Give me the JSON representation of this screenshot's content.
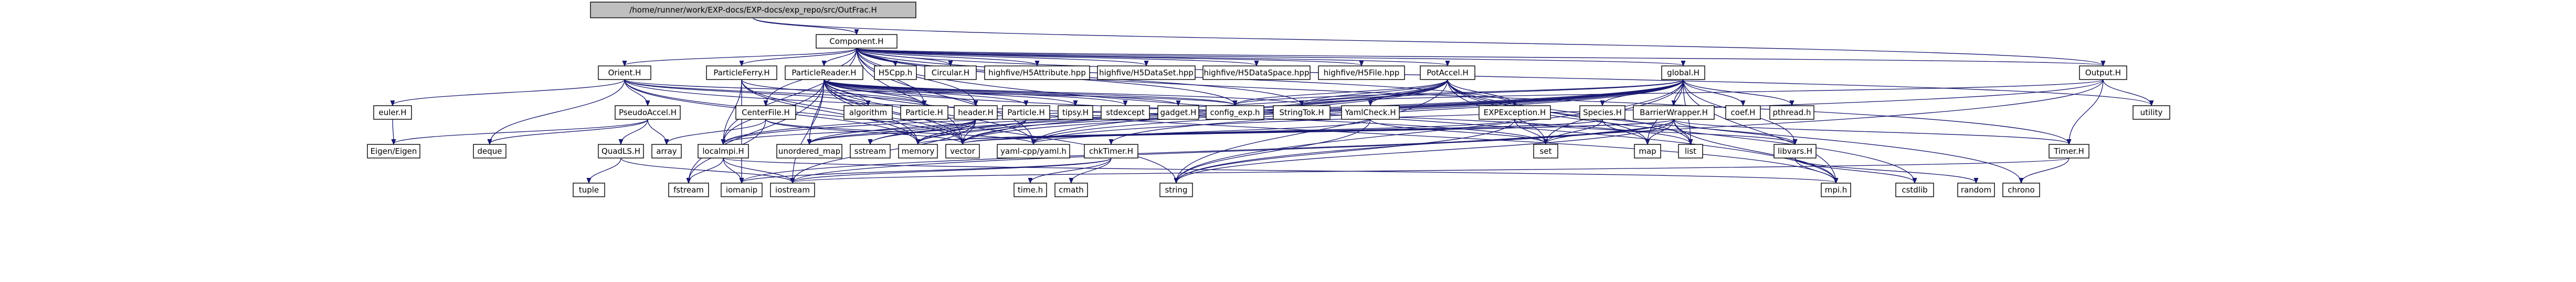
{
  "colors": {
    "root_fill": "#bfbfbf",
    "node_fill": "#ffffff",
    "link_text": "#000000",
    "edge": "#191970",
    "edge_alt": "#0000cc"
  },
  "nodes": [
    {
      "id": "root",
      "label": "/home/runner/work/EXP-docs/EXP-docs/exp_repo/src/OutFrac.H",
      "root": true
    },
    {
      "id": "component",
      "label": "Component.H",
      "link": true
    },
    {
      "id": "orient",
      "label": "Orient.H",
      "link": true
    },
    {
      "id": "particleferry",
      "label": "ParticleFerry.H",
      "link": true
    },
    {
      "id": "particlereader",
      "label": "ParticleReader.H",
      "link": true
    },
    {
      "id": "h5cpp",
      "label": "H5Cpp.h"
    },
    {
      "id": "circular",
      "label": "Circular.H",
      "link": true
    },
    {
      "id": "h5attr",
      "label": "highfive/H5Attribute.hpp"
    },
    {
      "id": "h5dset",
      "label": "highfive/H5DataSet.hpp"
    },
    {
      "id": "h5dspace",
      "label": "highfive/H5DataSpace.hpp"
    },
    {
      "id": "h5file",
      "label": "highfive/H5File.hpp"
    },
    {
      "id": "potaccel",
      "label": "PotAccel.H",
      "link": true
    },
    {
      "id": "global",
      "label": "global.H",
      "link": true
    },
    {
      "id": "output",
      "label": "Output.H",
      "link": true
    },
    {
      "id": "euler",
      "label": "euler.H",
      "link": true
    },
    {
      "id": "pseudoaccel",
      "label": "PseudoAccel.H",
      "link": true
    },
    {
      "id": "centerfile",
      "label": "CenterFile.H",
      "link": true
    },
    {
      "id": "algorithm",
      "label": "algorithm"
    },
    {
      "id": "particleH",
      "label": "Particle.H",
      "link": true
    },
    {
      "id": "header",
      "label": "header.H",
      "link": true
    },
    {
      "id": "particle2",
      "label": "Particle.H",
      "link": true
    },
    {
      "id": "tipsy",
      "label": "tipsy.H",
      "link": true
    },
    {
      "id": "stdexcept",
      "label": "stdexcept"
    },
    {
      "id": "gadget",
      "label": "gadget.H",
      "link": true
    },
    {
      "id": "configexp",
      "label": "config_exp.h",
      "link": true
    },
    {
      "id": "stringtok",
      "label": "StringTok.H",
      "link": true
    },
    {
      "id": "yamlcheck",
      "label": "YamlCheck.H",
      "link": true
    },
    {
      "id": "expexception",
      "label": "EXPException.H",
      "link": true
    },
    {
      "id": "species",
      "label": "Species.H",
      "link": true
    },
    {
      "id": "barrierwrapper",
      "label": "BarrierWrapper.H",
      "link": true
    },
    {
      "id": "coef",
      "label": "coef.H",
      "link": true
    },
    {
      "id": "pthread",
      "label": "pthread.h"
    },
    {
      "id": "utility",
      "label": "utility"
    },
    {
      "id": "eigen",
      "label": "Eigen/Eigen"
    },
    {
      "id": "deque",
      "label": "deque"
    },
    {
      "id": "quadls",
      "label": "QuadLS.H",
      "link": true
    },
    {
      "id": "array",
      "label": "array"
    },
    {
      "id": "localmpi",
      "label": "localmpi.H",
      "link": true
    },
    {
      "id": "unordered_map",
      "label": "unordered_map"
    },
    {
      "id": "sstream",
      "label": "sstream"
    },
    {
      "id": "memory",
      "label": "memory"
    },
    {
      "id": "vector",
      "label": "vector"
    },
    {
      "id": "yamlcpp",
      "label": "yaml-cpp/yaml.h"
    },
    {
      "id": "chktimer",
      "label": "chkTimer.H",
      "link": true
    },
    {
      "id": "set",
      "label": "set"
    },
    {
      "id": "map",
      "label": "map"
    },
    {
      "id": "list",
      "label": "list"
    },
    {
      "id": "libvars",
      "label": "libvars.H",
      "link": true
    },
    {
      "id": "timer",
      "label": "Timer.H",
      "link": true
    },
    {
      "id": "tuple",
      "label": "tuple"
    },
    {
      "id": "fstream",
      "label": "fstream"
    },
    {
      "id": "iomanip",
      "label": "iomanip"
    },
    {
      "id": "iostream",
      "label": "iostream"
    },
    {
      "id": "timeh",
      "label": "time.h"
    },
    {
      "id": "cmath",
      "label": "cmath"
    },
    {
      "id": "string",
      "label": "string"
    },
    {
      "id": "mpi",
      "label": "mpi.h"
    },
    {
      "id": "cstdlib",
      "label": "cstdlib"
    },
    {
      "id": "random",
      "label": "random"
    },
    {
      "id": "chrono",
      "label": "chrono"
    }
  ],
  "edges": [
    [
      "root",
      "component"
    ],
    [
      "root",
      "output"
    ],
    [
      "component",
      "orient"
    ],
    [
      "component",
      "particleferry"
    ],
    [
      "component",
      "particlereader"
    ],
    [
      "component",
      "h5cpp"
    ],
    [
      "component",
      "circular"
    ],
    [
      "component",
      "h5attr"
    ],
    [
      "component",
      "h5dset"
    ],
    [
      "component",
      "h5dspace"
    ],
    [
      "component",
      "h5file"
    ],
    [
      "component",
      "potaccel"
    ],
    [
      "component",
      "global"
    ],
    [
      "component",
      "output"
    ],
    [
      "component",
      "centerfile"
    ],
    [
      "component",
      "header"
    ],
    [
      "component",
      "localmpi"
    ],
    [
      "component",
      "configexp"
    ],
    [
      "component",
      "stringtok"
    ],
    [
      "component",
      "expexception"
    ],
    [
      "component",
      "particleH"
    ],
    [
      "component",
      "utility"
    ],
    [
      "component",
      "timer"
    ],
    [
      "component",
      "mpi"
    ],
    [
      "component",
      "yamlcpp"
    ],
    [
      "component",
      "vector"
    ],
    [
      "orient",
      "euler"
    ],
    [
      "orient",
      "pseudoaccel"
    ],
    [
      "orient",
      "algorithm"
    ],
    [
      "orient",
      "particleH"
    ],
    [
      "orient",
      "vector"
    ],
    [
      "orient",
      "deque"
    ],
    [
      "orient",
      "configexp"
    ],
    [
      "orient",
      "set"
    ],
    [
      "orient",
      "memory"
    ],
    [
      "particleferry",
      "particleH"
    ],
    [
      "particleferry",
      "localmpi"
    ],
    [
      "particleferry",
      "iomanip"
    ],
    [
      "particleferry",
      "vector"
    ],
    [
      "particleferry",
      "memory"
    ],
    [
      "particlereader",
      "header"
    ],
    [
      "particlereader",
      "particle2"
    ],
    [
      "particlereader",
      "tipsy"
    ],
    [
      "particlereader",
      "stdexcept"
    ],
    [
      "particlereader",
      "gadget"
    ],
    [
      "particlereader",
      "configexp"
    ],
    [
      "particlereader",
      "stringtok"
    ],
    [
      "particlereader",
      "algorithm"
    ],
    [
      "particlereader",
      "unordered_map"
    ],
    [
      "particlereader",
      "memory"
    ],
    [
      "particlereader",
      "vector"
    ],
    [
      "particlereader",
      "fstream"
    ],
    [
      "particlereader",
      "iostream"
    ],
    [
      "particlereader",
      "mpi"
    ],
    [
      "particlereader",
      "list"
    ],
    [
      "particlereader",
      "string"
    ],
    [
      "particlereader",
      "yamlcpp"
    ],
    [
      "particlereader",
      "localmpi"
    ],
    [
      "particlereader",
      "particleH"
    ],
    [
      "potaccel",
      "yamlcheck"
    ],
    [
      "potaccel",
      "expexception"
    ],
    [
      "potaccel",
      "configexp"
    ],
    [
      "potaccel",
      "stringtok"
    ],
    [
      "potaccel",
      "yamlcpp"
    ],
    [
      "potaccel",
      "memory"
    ],
    [
      "potaccel",
      "vector"
    ],
    [
      "potaccel",
      "set"
    ],
    [
      "potaccel",
      "map"
    ],
    [
      "potaccel",
      "list"
    ],
    [
      "potaccel",
      "string"
    ],
    [
      "potaccel",
      "chrono"
    ],
    [
      "potaccel",
      "cstdlib"
    ],
    [
      "potaccel",
      "localmpi"
    ],
    [
      "global",
      "coef"
    ],
    [
      "global",
      "pthread"
    ],
    [
      "global",
      "species"
    ],
    [
      "global",
      "barrierwrapper"
    ],
    [
      "global",
      "chktimer"
    ],
    [
      "global",
      "libvars"
    ],
    [
      "global",
      "yamlcpp"
    ],
    [
      "global",
      "vector"
    ],
    [
      "global",
      "set"
    ],
    [
      "global",
      "map"
    ],
    [
      "global",
      "list"
    ],
    [
      "global",
      "string"
    ],
    [
      "global",
      "memory"
    ],
    [
      "global",
      "sstream"
    ],
    [
      "global",
      "mpi"
    ],
    [
      "global",
      "localmpi"
    ],
    [
      "global",
      "configexp"
    ],
    [
      "global",
      "stringtok"
    ],
    [
      "global",
      "unordered_map"
    ],
    [
      "output",
      "utility"
    ],
    [
      "output",
      "timer"
    ],
    [
      "output",
      "string"
    ],
    [
      "output",
      "yamlcpp"
    ],
    [
      "output",
      "stringtok"
    ],
    [
      "euler",
      "eigen"
    ],
    [
      "pseudoaccel",
      "eigen"
    ],
    [
      "pseudoaccel",
      "deque"
    ],
    [
      "pseudoaccel",
      "quadls"
    ],
    [
      "pseudoaccel",
      "array"
    ],
    [
      "quadls",
      "tuple"
    ],
    [
      "quadls",
      "iostream"
    ],
    [
      "centerfile",
      "array"
    ],
    [
      "centerfile",
      "yamlcpp"
    ],
    [
      "centerfile",
      "fstream"
    ],
    [
      "centerfile",
      "vector"
    ],
    [
      "header",
      "localmpi"
    ],
    [
      "header",
      "iostream"
    ],
    [
      "header",
      "sstream"
    ],
    [
      "header",
      "unordered_map"
    ],
    [
      "header",
      "memory"
    ],
    [
      "header",
      "vector"
    ],
    [
      "particle2",
      "vector"
    ],
    [
      "particle2",
      "memory"
    ],
    [
      "particle2",
      "unordered_map"
    ],
    [
      "localmpi",
      "mpi"
    ],
    [
      "localmpi",
      "iostream"
    ],
    [
      "localmpi",
      "iomanip"
    ],
    [
      "localmpi",
      "fstream"
    ],
    [
      "chktimer",
      "timeh"
    ],
    [
      "chktimer",
      "cmath"
    ],
    [
      "chktimer",
      "iomanip"
    ],
    [
      "chktimer",
      "iostream"
    ],
    [
      "yamlcheck",
      "yamlcpp"
    ],
    [
      "yamlcheck",
      "set"
    ],
    [
      "yamlcheck",
      "string"
    ],
    [
      "expexception",
      "set"
    ],
    [
      "expexception",
      "string"
    ],
    [
      "expexception",
      "vector"
    ],
    [
      "expexception",
      "libvars"
    ],
    [
      "species",
      "set"
    ],
    [
      "species",
      "map"
    ],
    [
      "species",
      "vector"
    ],
    [
      "species",
      "memory"
    ],
    [
      "barrierwrapper",
      "mpi"
    ],
    [
      "barrierwrapper",
      "string"
    ],
    [
      "barrierwrapper",
      "list"
    ],
    [
      "barrierwrapper",
      "map"
    ],
    [
      "barrierwrapper",
      "vector"
    ],
    [
      "barrierwrapper",
      "memory"
    ],
    [
      "barrierwrapper",
      "iomanip"
    ],
    [
      "barrierwrapper",
      "iostream"
    ],
    [
      "barrierwrapper",
      "timer"
    ],
    [
      "barrierwrapper",
      "libvars"
    ],
    [
      "barrierwrapper",
      "set"
    ],
    [
      "libvars",
      "mpi"
    ],
    [
      "libvars",
      "random"
    ],
    [
      "libvars",
      "cstdlib"
    ],
    [
      "timer",
      "chrono"
    ],
    [
      "timer",
      "iostream"
    ]
  ]
}
